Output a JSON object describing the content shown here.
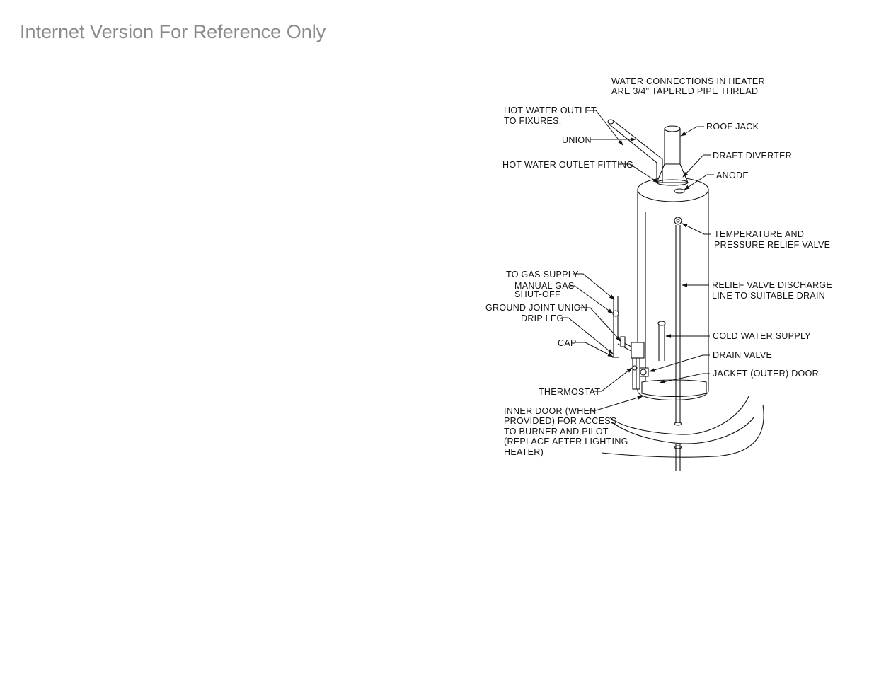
{
  "watermark": "Internet Version For Reference Only",
  "note": {
    "line1": "WATER CONNECTIONS IN HEATER",
    "line2": "ARE 3/4\" TAPERED PIPE THREAD"
  },
  "labels": {
    "hot_water_outlet_1": "HOT WATER OUTLET",
    "hot_water_outlet_2": "TO FIXURES.",
    "union": "UNION",
    "hot_water_outlet_fitting": "HOT WATER OUTLET FITTING",
    "roof_jack": "ROOF JACK",
    "draft_diverter": "DRAFT DIVERTER",
    "anode": "ANODE",
    "tp_valve_1": "TEMPERATURE AND",
    "tp_valve_2": "PRESSURE RELIEF VALVE",
    "to_gas_supply": "TO GAS SUPPLY",
    "manual_gas_1": "MANUAL GAS",
    "manual_gas_2": "SHUT-OFF",
    "ground_joint_union": "GROUND JOINT UNION",
    "drip_leg": "DRIP LEG",
    "relief_line_1": "RELIEF VALVE DISCHARGE",
    "relief_line_2": "LINE TO SUITABLE DRAIN",
    "cold_water_supply": "COLD WATER SUPPLY",
    "cap": "CAP",
    "drain_valve": "DRAIN VALVE",
    "jacket_door": "JACKET (OUTER) DOOR",
    "thermostat": "THERMOSTAT",
    "inner_door_1": "INNER DOOR (WHEN",
    "inner_door_2": "PROVIDED) FOR ACCESS",
    "inner_door_3": "TO BURNER AND PILOT",
    "inner_door_4": "(REPLACE AFTER LIGHTING",
    "inner_door_5": "HEATER)"
  }
}
